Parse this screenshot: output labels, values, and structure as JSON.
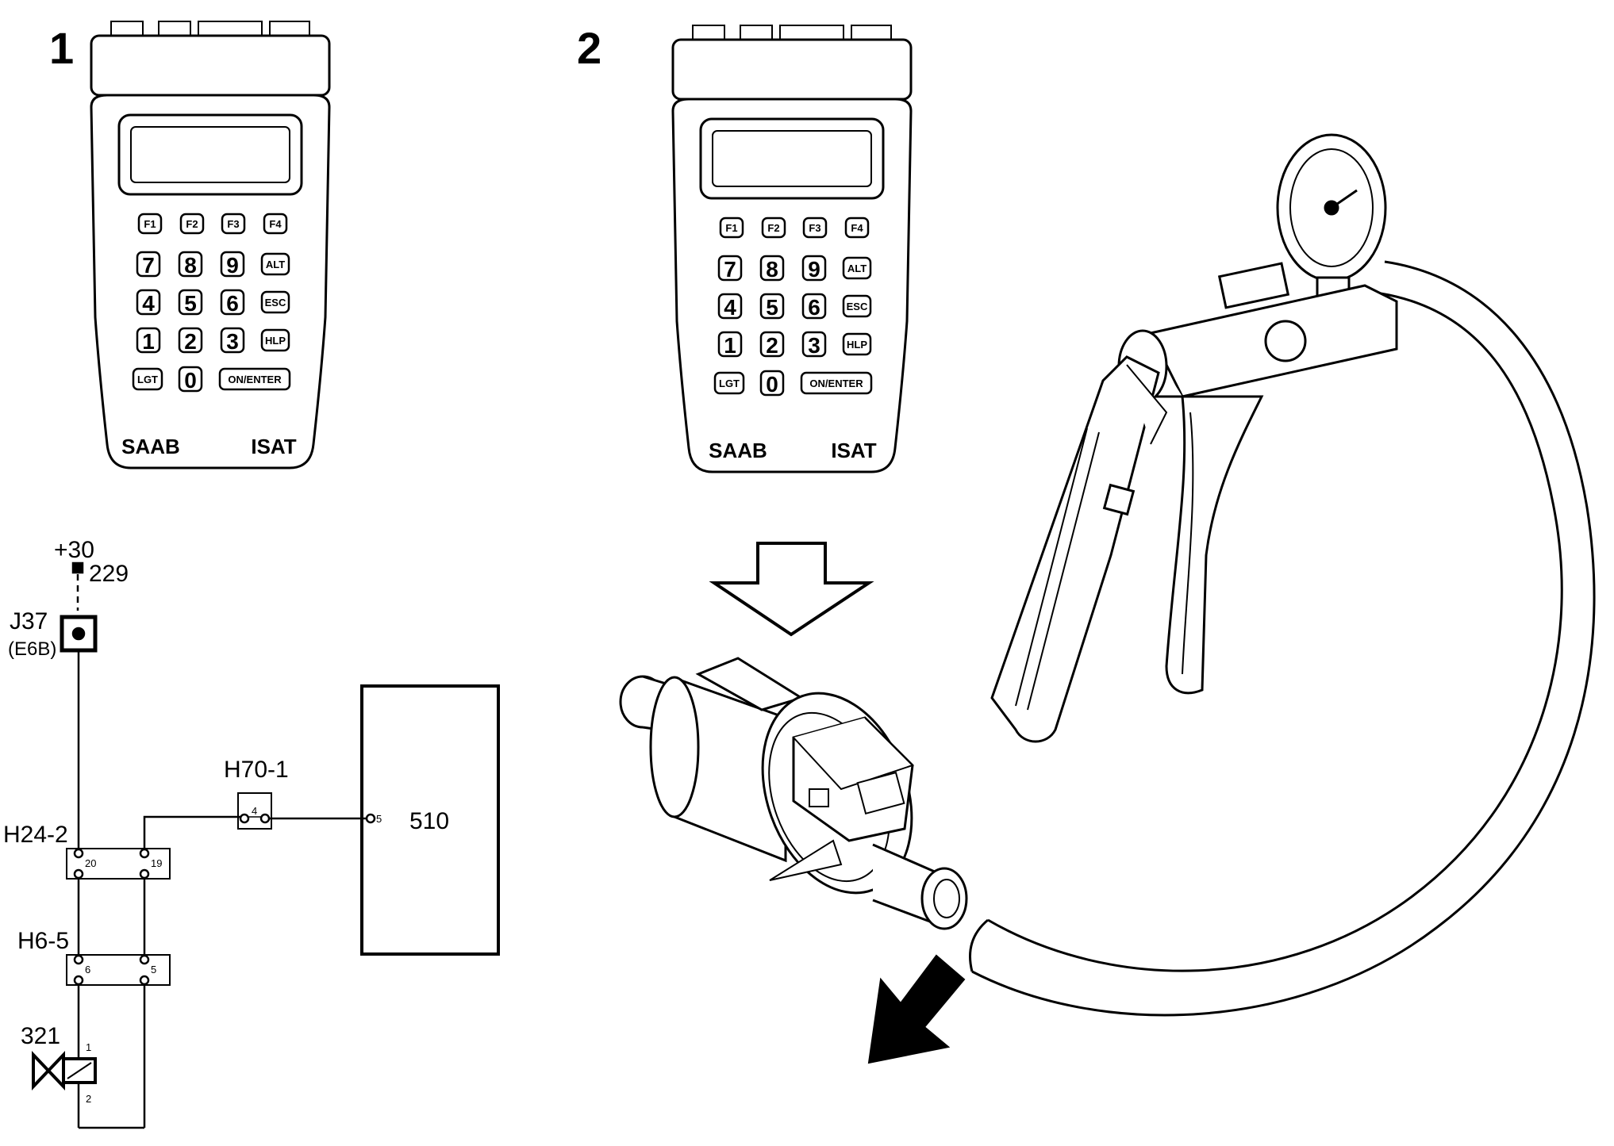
{
  "panels": {
    "panel1_number": "1",
    "panel2_number": "2"
  },
  "isat": {
    "brand": "SAAB",
    "model": "ISAT",
    "keys": {
      "f1": "F1",
      "f2": "F2",
      "f3": "F3",
      "f4": "F4",
      "k7": "7",
      "k8": "8",
      "k9": "9",
      "alt": "ALT",
      "k4": "4",
      "k5": "5",
      "k6": "6",
      "esc": "ESC",
      "k1": "1",
      "k2": "2",
      "k3": "3",
      "hlp": "HLP",
      "lgt": "LGT",
      "k0": "0",
      "enter": "ON/ENTER"
    }
  },
  "wiring": {
    "supply": "+30",
    "wire": "229",
    "junction": "J37",
    "junction_sub": "(E6B)",
    "connector_h70": "H70-1",
    "pin_h70": "4",
    "connector_h24": "H24-2",
    "pin_h24_a": "20",
    "pin_h24_b": "19",
    "connector_h6": "H6-5",
    "pin_h6_a": "6",
    "pin_h6_b": "5",
    "valve": "321",
    "valve_pin1": "1",
    "valve_pin2": "2",
    "ecu": "510",
    "ecu_pin": "5"
  },
  "icons": [
    "down-arrow-icon",
    "pointer-arrow-icon",
    "vacuum-pump-icon",
    "purge-valve-icon",
    "gauge-icon"
  ]
}
